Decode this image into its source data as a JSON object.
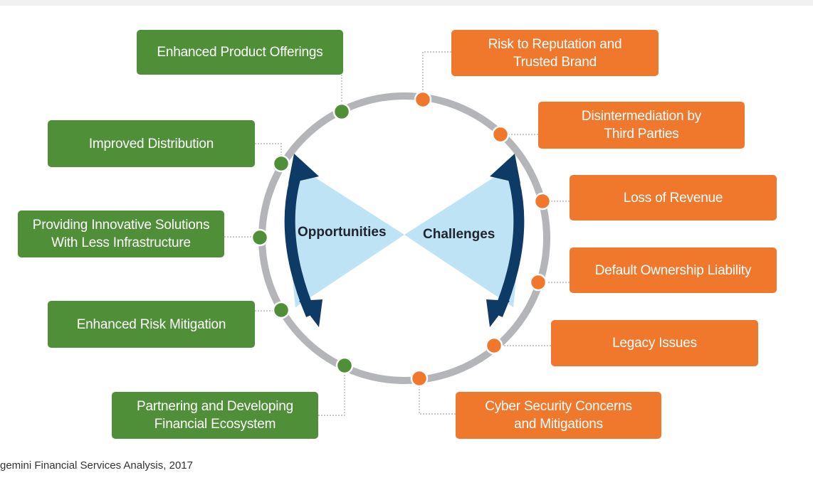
{
  "colors": {
    "opportunity": "#4f8f37",
    "challenge": "#f0782d",
    "ring": "#b4b5b9",
    "arrow": "#0e3a66",
    "wedge": "#bde3f4"
  },
  "center": {
    "opportunities_label": "Opportunities",
    "challenges_label": "Challenges"
  },
  "opportunities": [
    {
      "line1": "Enhanced Product Offerings",
      "line2": ""
    },
    {
      "line1": "Improved Distribution",
      "line2": ""
    },
    {
      "line1": "Providing Innovative Solutions",
      "line2": "With Less Infrastructure"
    },
    {
      "line1": "Enhanced Risk Mitigation",
      "line2": ""
    },
    {
      "line1": "Partnering and Developing",
      "line2": "Financial Ecosystem"
    }
  ],
  "challenges": [
    {
      "line1": "Risk to Reputation and",
      "line2": "Trusted Brand"
    },
    {
      "line1": "Disintermediation by",
      "line2": "Third Parties"
    },
    {
      "line1": "Loss of Revenue",
      "line2": ""
    },
    {
      "line1": "Default Ownership Liability",
      "line2": ""
    },
    {
      "line1": "Legacy Issues",
      "line2": ""
    },
    {
      "line1": "Cyber Security Concerns",
      "line2": "and Mitigations"
    }
  ],
  "source": "gemini Financial Services Analysis, 2017"
}
